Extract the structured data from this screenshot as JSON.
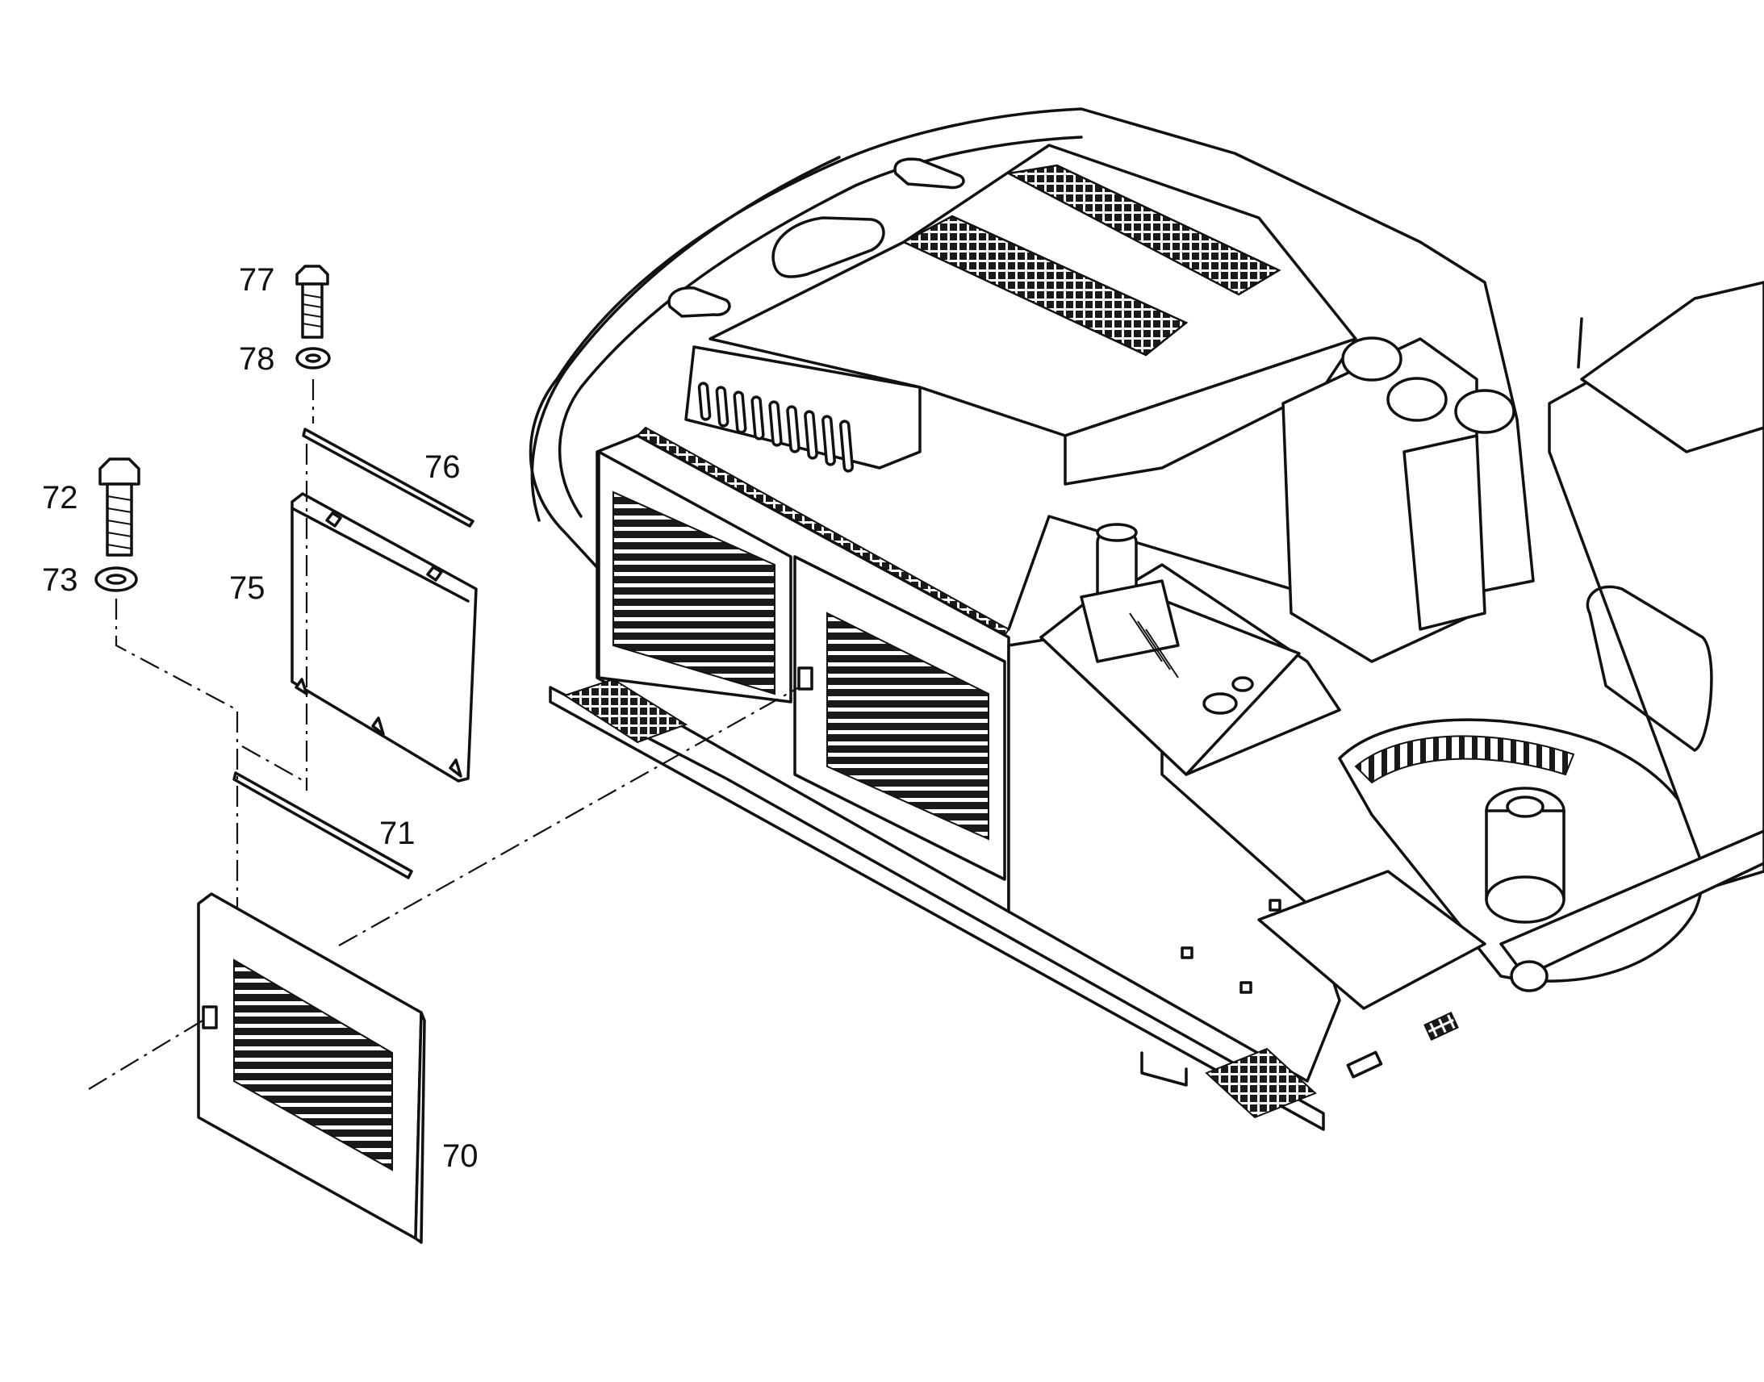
{
  "callouts": {
    "c77": "77",
    "c78": "78",
    "c72": "72",
    "c73": "73",
    "c76": "76",
    "c75": "75",
    "c71": "71",
    "c70": "70"
  }
}
